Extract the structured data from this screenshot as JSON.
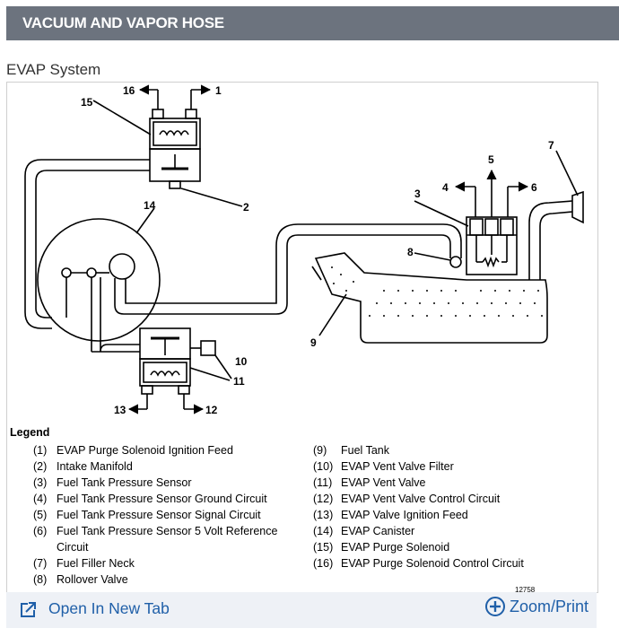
{
  "header": {
    "title": "VACUUM AND VAPOR HOSE"
  },
  "subtitle": "EVAP System",
  "diagram": {
    "callouts": [
      "1",
      "2",
      "3",
      "4",
      "5",
      "6",
      "7",
      "8",
      "9",
      "10",
      "11",
      "12",
      "13",
      "14",
      "15",
      "16"
    ],
    "figure_number": "12758"
  },
  "legend": {
    "title": "Legend",
    "left": [
      {
        "num": "(1)",
        "text": "EVAP Purge Solenoid Ignition Feed"
      },
      {
        "num": "(2)",
        "text": "Intake Manifold"
      },
      {
        "num": "(3)",
        "text": "Fuel Tank Pressure Sensor"
      },
      {
        "num": "(4)",
        "text": "Fuel Tank Pressure Sensor Ground Circuit"
      },
      {
        "num": "(5)",
        "text": "Fuel Tank Pressure Sensor Signal Circuit"
      },
      {
        "num": "(6)",
        "text": "Fuel Tank Pressure Sensor 5 Volt Reference Circuit"
      },
      {
        "num": "(7)",
        "text": "Fuel Filler Neck"
      },
      {
        "num": "(8)",
        "text": "Rollover Valve"
      }
    ],
    "right": [
      {
        "num": "(9)",
        "text": "Fuel Tank"
      },
      {
        "num": "(10)",
        "text": "EVAP Vent Valve Filter"
      },
      {
        "num": "(11)",
        "text": "EVAP Vent Valve"
      },
      {
        "num": "(12)",
        "text": "EVAP Vent Valve Control Circuit"
      },
      {
        "num": "(13)",
        "text": "EVAP Valve Ignition Feed"
      },
      {
        "num": "(14)",
        "text": "EVAP Canister"
      },
      {
        "num": "(15)",
        "text": "EVAP Purge Solenoid"
      },
      {
        "num": "(16)",
        "text": "EVAP Purge Solenoid Control Circuit"
      }
    ]
  },
  "footer": {
    "open_tab_label": "Open In New Tab",
    "zoom_label": "Zoom/Print",
    "open_tab_icon": "external-link-icon",
    "zoom_icon": "plus-circle-icon"
  },
  "colors": {
    "header_bg": "#6c737e",
    "link": "#1f5fa8",
    "footer_bg": "#eef1f6"
  }
}
